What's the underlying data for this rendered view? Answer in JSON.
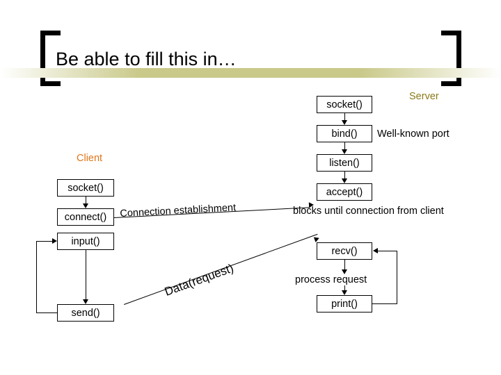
{
  "slide": {
    "title": "Be able to fill this in…"
  },
  "columns": {
    "client_label": "Client",
    "server_label": "Server"
  },
  "client": {
    "nodes": [
      {
        "label": "socket()"
      },
      {
        "label": "connect()"
      },
      {
        "label": "input()"
      },
      {
        "label": "send()"
      }
    ]
  },
  "server": {
    "nodes": [
      {
        "label": "socket()"
      },
      {
        "label": "bind()"
      },
      {
        "label": "listen()"
      },
      {
        "label": "accept()"
      },
      {
        "label": "recv()"
      },
      {
        "label": "print()"
      }
    ],
    "notes": [
      {
        "label": "Well-known port"
      },
      {
        "label": "blocks until connection from client"
      },
      {
        "label": "process request"
      }
    ]
  },
  "connections": [
    {
      "label": "Connection establishment"
    },
    {
      "label": "Data(request)"
    }
  ]
}
